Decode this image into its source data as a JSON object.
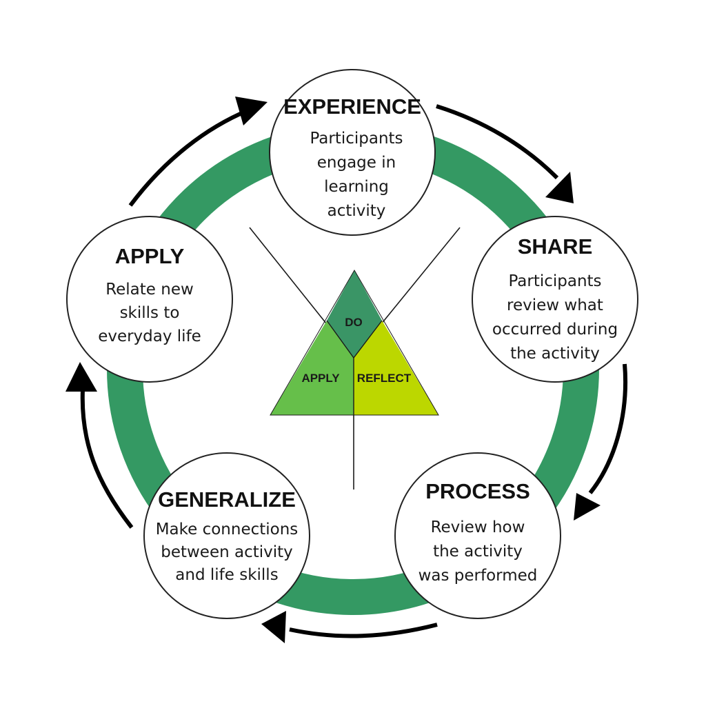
{
  "colors": {
    "ring": "#349963",
    "do": "#3a9566",
    "apply": "#66bf4a",
    "reflect": "#bcd700",
    "arrow": "#000000",
    "node_fill": "#ffffff",
    "node_stroke": "#222222"
  },
  "stages": {
    "experience": {
      "title": "EXPERIENCE",
      "lines": [
        "Participants",
        "engage in",
        "learning",
        "activity"
      ]
    },
    "share": {
      "title": "SHARE",
      "lines": [
        "Participants",
        "review what",
        "occurred during",
        "the activity"
      ]
    },
    "process": {
      "title": "PROCESS",
      "lines": [
        "Review how",
        "the activity",
        "was performed"
      ]
    },
    "generalize": {
      "title": "GENERALIZE",
      "lines": [
        "Make connections",
        "between activity",
        "and life skills"
      ]
    },
    "apply": {
      "title": "APPLY",
      "lines": [
        "Relate new",
        "skills to",
        "everyday life"
      ]
    }
  },
  "triangle": {
    "do": "DO",
    "apply": "APPLY",
    "reflect": "REFLECT"
  }
}
